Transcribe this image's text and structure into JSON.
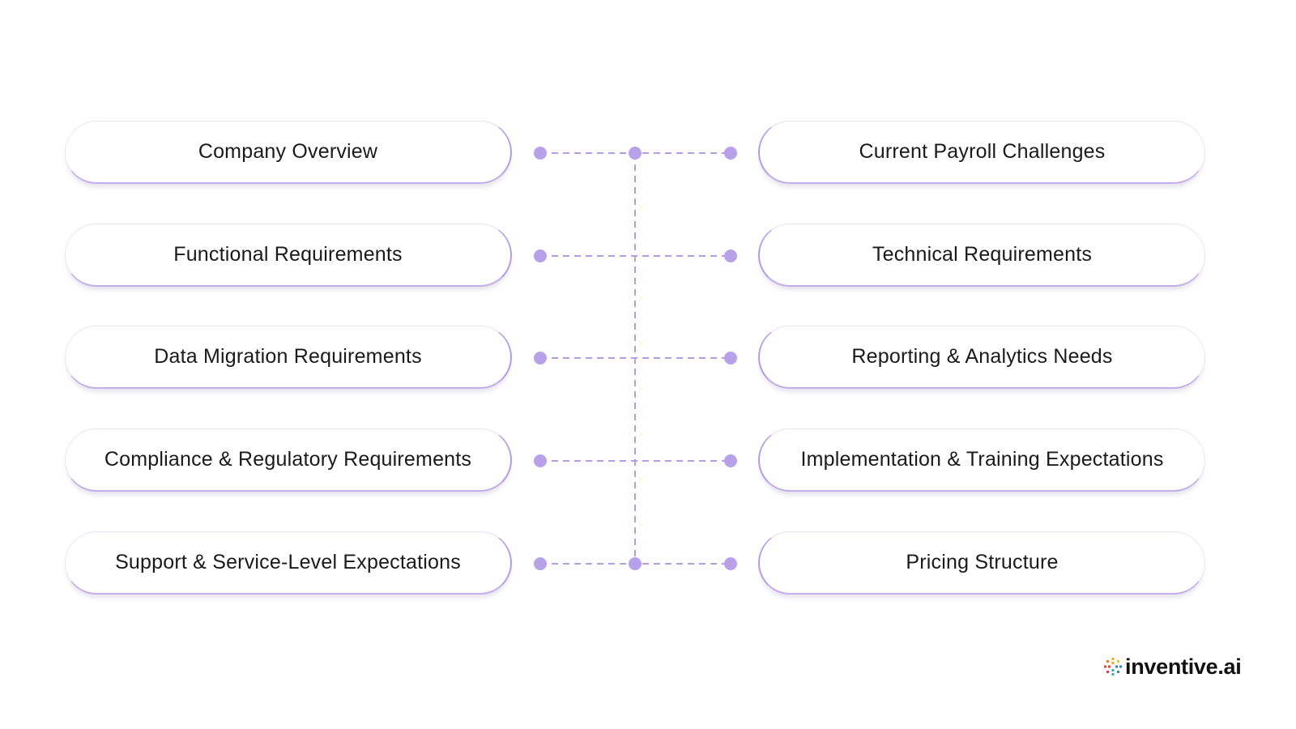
{
  "left_items": [
    {
      "label": "Company Overview"
    },
    {
      "label": "Functional Requirements"
    },
    {
      "label": "Data Migration Requirements"
    },
    {
      "label": "Compliance & Regulatory Requirements"
    },
    {
      "label": "Support & Service-Level Expectations"
    }
  ],
  "right_items": [
    {
      "label": "Current Payroll Challenges"
    },
    {
      "label": "Technical Requirements"
    },
    {
      "label": "Reporting & Analytics Needs"
    },
    {
      "label": "Implementation & Training Expectations"
    },
    {
      "label": "Pricing Structure"
    }
  ],
  "colors": {
    "accent": "#b49de6",
    "dot": "#b9a1ea",
    "connector": "#b49de6",
    "text": "#1a1a1a"
  },
  "logo": {
    "text": "inventive.ai",
    "mark_icon": "dotted-burst-logo-icon"
  }
}
